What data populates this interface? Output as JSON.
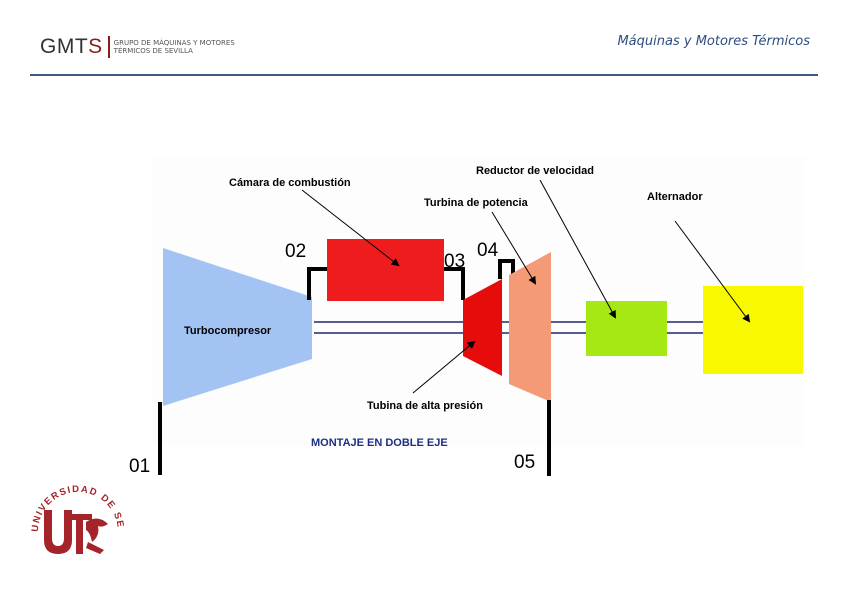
{
  "header": {
    "logo_mark": "GMTS",
    "logo_text_line1": "GRUPO DE MÁQUINAS Y MOTORES",
    "logo_text_line2": "TÉRMICOS DE SEVILLA",
    "title": "Máquinas y Motores Térmicos"
  },
  "diagram": {
    "labels": {
      "camara": "Cámara de combustión",
      "reductor": "Reductor de velocidad",
      "turbina_potencia": "Turbina de potencia",
      "alternador": "Alternador",
      "turbocompresor": "Turbocompresor",
      "turbina_alta": "Tubina de alta presión",
      "montaje": "MONTAJE EN DOBLE EJE"
    },
    "stations": {
      "s01": "01",
      "s02": "02",
      "s03": "03",
      "s04": "04",
      "s05": "05"
    },
    "colors": {
      "compressor": "#a3c4f3",
      "combustor": "#ee1c1c",
      "hp_turbine": "#e60c0c",
      "power_turbine": "#f59a76",
      "reducer": "#a5e814",
      "alternator": "#f8f800",
      "shaft": "#1f2a6b"
    }
  },
  "seal": {
    "text": "UNIVERSIDAD DE SEVILLA"
  }
}
